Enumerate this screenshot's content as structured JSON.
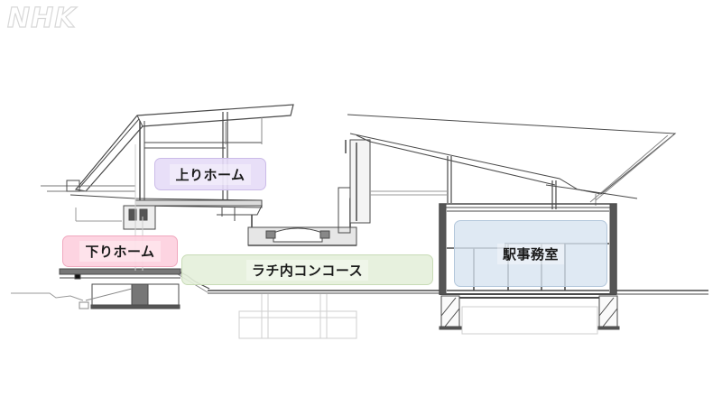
{
  "logo": {
    "text": "NHK",
    "icon": "nhk-logo-icon"
  },
  "diagram": {
    "type": "architectural cross-section of a railway station",
    "areas": [
      {
        "id": "up_platform",
        "label": "上りホーム",
        "fill": "#e6dcf7",
        "border": "#c9b8ea"
      },
      {
        "id": "down_platform",
        "label": "下りホーム",
        "fill": "#fdd0de",
        "border": "#f0a9bf"
      },
      {
        "id": "concourse",
        "label": "ラチ内コンコース",
        "fill": "#e4efda",
        "border": "#c8dbb6"
      },
      {
        "id": "station_office",
        "label": "駅事務室",
        "fill": "#d6e3f0",
        "border": "#b3c7db"
      }
    ],
    "line_color": "#4a4a4a",
    "faint_line_color": "#c8c8c8"
  },
  "labels": {
    "up_platform": "上りホーム",
    "down_platform": "下りホーム",
    "concourse": "ラチ内コンコース",
    "station_office": "駅事務室"
  }
}
